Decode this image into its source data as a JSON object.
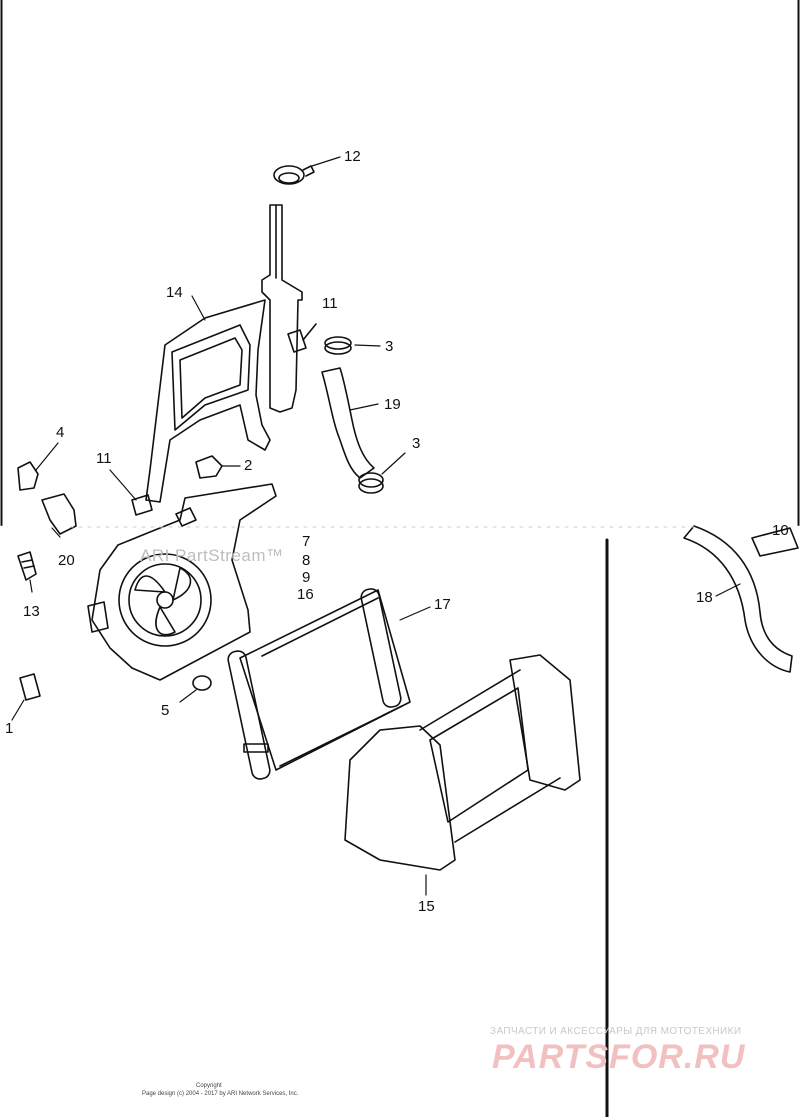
{
  "diagram": {
    "callouts": [
      "12",
      "14",
      "11",
      "3",
      "19",
      "4",
      "11",
      "2",
      "3",
      "20",
      "13",
      "7",
      "8",
      "9",
      "16",
      "10",
      "18",
      "17",
      "5",
      "1",
      "15"
    ]
  },
  "watermark": {
    "text": "ARI PartStream™"
  },
  "footer": {
    "copyright_label": "Copyright",
    "page_design": "Page design (c) 2004 - 2017 by ARI Network Services, Inc."
  },
  "site": {
    "tagline": "ЗАПЧАСТИ И АКСЕССУАРЫ ДЛЯ МОТОТЕХНИКИ",
    "logo_text": "PARTSFOR.RU"
  },
  "colors": {
    "line": "#111111",
    "logo_tint": "#f2c0c0",
    "watermark": "#bdbdbd"
  }
}
